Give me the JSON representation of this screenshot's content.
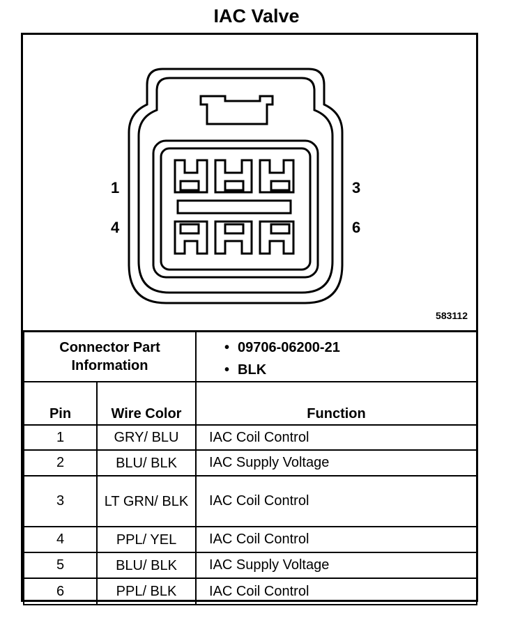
{
  "title": "IAC Valve",
  "diagram": {
    "figure_id": "583112",
    "pin_labels": {
      "p1": "1",
      "p3": "3",
      "p4": "4",
      "p6": "6"
    }
  },
  "connector_info": {
    "label": "Connector Part Information",
    "items": [
      "09706-06200-21",
      "BLK"
    ]
  },
  "table": {
    "headers": {
      "pin": "Pin",
      "wire_color": "Wire Color",
      "function": "Function"
    },
    "rows": [
      {
        "pin": "1",
        "color": "GRY/ BLU",
        "function": "IAC Coil Control"
      },
      {
        "pin": "2",
        "color": "BLU/ BLK",
        "function": "IAC Supply Voltage"
      },
      {
        "pin": "3",
        "color": "LT GRN/ BLK",
        "function": "IAC Coil Control"
      },
      {
        "pin": "4",
        "color": "PPL/ YEL",
        "function": "IAC Coil Control"
      },
      {
        "pin": "5",
        "color": "BLU/ BLK",
        "function": "IAC Supply Voltage"
      },
      {
        "pin": "6",
        "color": "PPL/ BLK",
        "function": "IAC Coil Control"
      }
    ]
  }
}
